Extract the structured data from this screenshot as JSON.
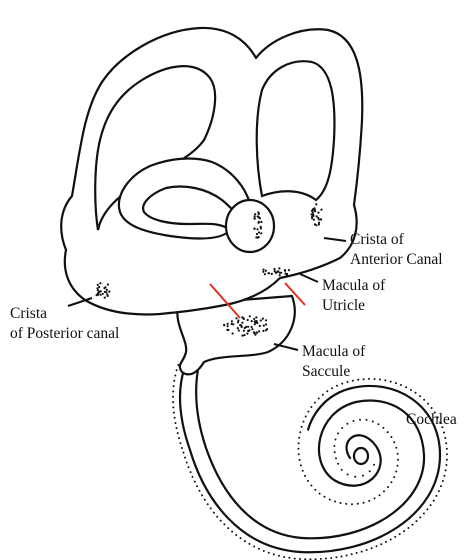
{
  "labels": {
    "crista_anterior_1": "Crista of",
    "crista_anterior_2": "Anterior Canal",
    "macula_utricle_1": "Macula of",
    "macula_utricle_2": "Utricle",
    "crista_posterior_1": "Crista",
    "crista_posterior_2": "of Posterior canal",
    "macula_saccule_1": "Macula of",
    "macula_saccule_2": "Saccule",
    "cochlea": "Cochlea"
  },
  "colors": {
    "outline": "#111111",
    "arrows": "#e0301e",
    "background": "#ffffff"
  }
}
